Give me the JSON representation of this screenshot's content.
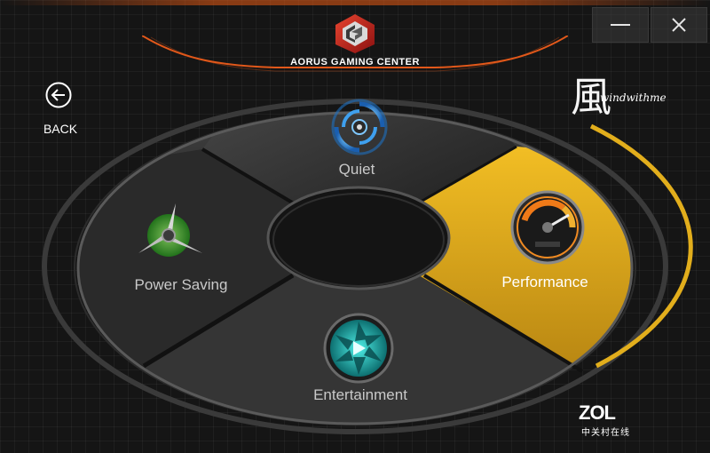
{
  "app": {
    "title": "AORUS GAMING CENTER",
    "logo_icon": "aorus-logo-icon"
  },
  "window_controls": {
    "minimize_symbol": "—",
    "close_symbol": "✕"
  },
  "back": {
    "label": "BACK",
    "icon": "back-arrow-icon"
  },
  "modes": [
    {
      "id": "quiet",
      "label": "Quiet",
      "icon": "fan-quiet-icon",
      "color": "#2a8ad8",
      "active": false
    },
    {
      "id": "power_saving",
      "label": "Power Saving",
      "icon": "fan-power-saving-icon",
      "color": "#3bbf2a",
      "active": false
    },
    {
      "id": "performance",
      "label": "Performance",
      "icon": "speedometer-icon",
      "color": "#e2ae1c",
      "active": true
    },
    {
      "id": "entertainment",
      "label": "Entertainment",
      "icon": "aperture-icon",
      "color": "#18b9b4",
      "active": false
    }
  ],
  "watermark": {
    "glyph": "風",
    "text": "windwithme"
  },
  "brand_mark": {
    "logo": "ZOL",
    "subtitle": "中关村在线"
  },
  "colors": {
    "accent_orange": "#e2581a",
    "active_segment": "#e2ae1c",
    "background": "#151515"
  }
}
